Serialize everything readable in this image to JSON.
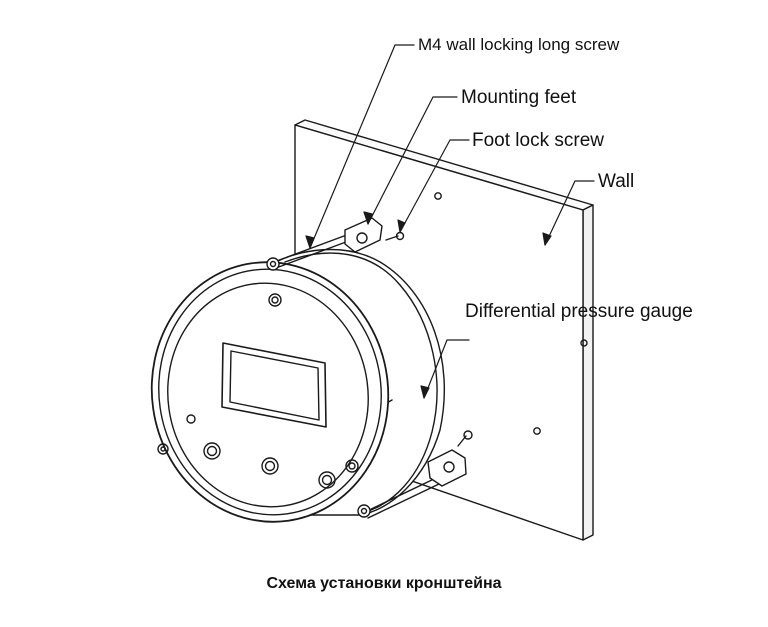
{
  "labels": {
    "m4_screw": "M4 wall locking long screw",
    "mounting_feet": "Mounting feet",
    "foot_lock_screw": "Foot lock screw",
    "wall": "Wall",
    "gauge": "Differential pressure gauge"
  },
  "caption": "Схема установки кронштейна"
}
